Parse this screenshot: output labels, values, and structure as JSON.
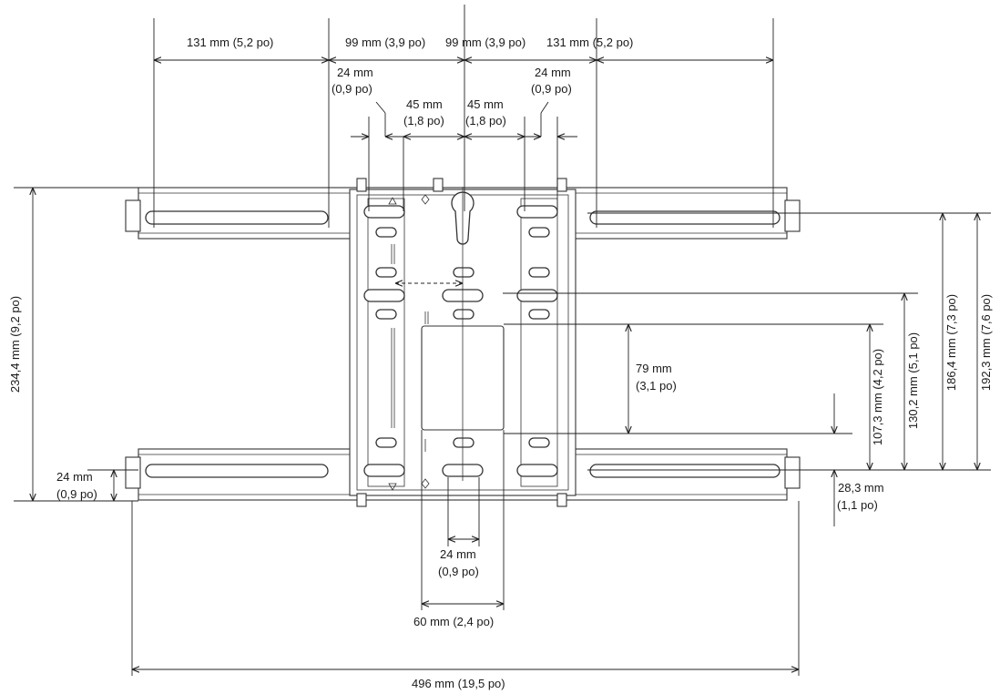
{
  "dimensions": {
    "top_left_131": "131 mm (5,2 po)",
    "top_99_left": "99 mm (3,9 po)",
    "top_99_right": "99 mm (3,9 po)",
    "top_right_131": "131 mm (5,2 po)",
    "left_24_line1": "24 mm",
    "left_24_line2": "(0,9 po)",
    "right_24_line1": "24 mm",
    "right_24_line2": "(0,9 po)",
    "left_45_line1": "45 mm",
    "left_45_line2": "(1,8 po)",
    "right_45_line1": "45 mm",
    "right_45_line2": "(1,8 po)",
    "height_234": "234,4 mm (9,2 po)",
    "bottom_left_24_line1": "24 mm",
    "bottom_left_24_line2": "(0,9 po)",
    "center_79_line1": "79 mm",
    "center_79_line2": "(3,1 po)",
    "height_107": "107,3 mm (4,2 po)",
    "height_130": "130,2 mm (5,1 po)",
    "height_186": "186,4 mm (7,3 po)",
    "height_192": "192,3 mm (7,6 po)",
    "right_28_line1": "28,3 mm",
    "right_28_line2": "(1,1 po)",
    "bottom_24_line1": "24 mm",
    "bottom_24_line2": "(0,9 po)",
    "bottom_60": "60 mm (2,4 po)",
    "bottom_496": "496 mm (19,5 po)"
  }
}
